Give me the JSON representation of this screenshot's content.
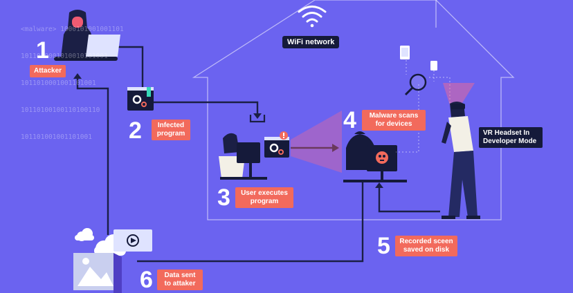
{
  "wifi": {
    "label": "WiFi network"
  },
  "code_lines": [
    "<malware> 1000101001001101",
    "1011010001010010101001",
    "1011010001001101001",
    "10110100100110100110",
    "101101001001101001"
  ],
  "steps": [
    {
      "number": "1",
      "label": "Attacker"
    },
    {
      "number": "2",
      "label": "Infected program"
    },
    {
      "number": "3",
      "label": "User executes program"
    },
    {
      "number": "4",
      "label": "Malware scans for devices"
    },
    {
      "number": "5",
      "label": "Recorded sceen saved on disk"
    },
    {
      "number": "6",
      "label": "Data sent to attaker"
    }
  ],
  "vr": {
    "label": "VR Headset In Developer Mode"
  },
  "colors": {
    "background": "#6b63f0",
    "accent": "#f26a5c",
    "dark": "#151a3a",
    "line": "#1b1f45"
  },
  "icons": [
    "wifi-icon",
    "laptop-icon",
    "hacker-figure",
    "program-window-icon",
    "download-arrow-icon",
    "warning-icon",
    "skull-icon",
    "magnifier-icon",
    "phone-icon",
    "tablet-icon",
    "vr-headset-icon",
    "cloud-icon",
    "video-play-icon",
    "image-icon"
  ]
}
